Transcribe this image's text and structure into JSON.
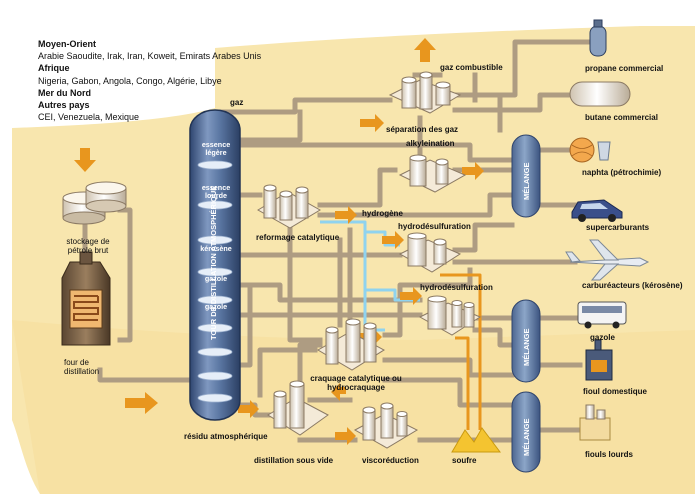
{
  "origins": [
    {
      "region": "Moyen-Orient",
      "countries": "Arabie Saoudite, Irak, Iran, Koweit, Emirats Arabes Unis"
    },
    {
      "region": "Afrique",
      "countries": "Nigeria, Gabon, Angola, Congo, Algérie, Libye"
    },
    {
      "region": "Mer du Nord",
      "countries": ""
    },
    {
      "region": "Autres pays",
      "countries": "CEI, Venezuela, Mexique"
    }
  ],
  "units": {
    "storage": "stockage de pétrole brut",
    "furnace": "four de distillation",
    "tower": "TOUR DE DISTILLATION ATMOSPHÉRIQUE",
    "gas_separation": "séparation des gaz",
    "alkylation": "alkyleination",
    "reforming": "reformage catalytique",
    "hydrogen": "hydrogène",
    "hds_1": "hydrodésulfuration",
    "hds_2": "hydrodésulfuration",
    "cracking": "craquage catalytique ou hydrocraquage",
    "vacuum": "distillation sous vide",
    "visbreaking": "viscoréduction",
    "sulfur": "soufre",
    "fuel_gas": "gaz combustible",
    "residue": "résidu atmosphérique"
  },
  "tower_cuts": [
    "gaz",
    "essence légère",
    "essence lourde",
    "kérosène",
    "gazole",
    "gazole"
  ],
  "mixing_label": "MÉLANGE",
  "products": [
    {
      "name": "propane commercial",
      "icon": "gas-bottle-icon"
    },
    {
      "name": "butane commercial",
      "icon": "tank-icon"
    },
    {
      "name": "naphta (pétrochimie)",
      "icon": "ball-icon"
    },
    {
      "name": "supercarburants",
      "icon": "car-icon"
    },
    {
      "name": "carburéacteurs (kérosène)",
      "icon": "airplane-icon"
    },
    {
      "name": "gazole",
      "icon": "bus-icon"
    },
    {
      "name": "fioul domestique",
      "icon": "stove-icon"
    },
    {
      "name": "fiouls lourds",
      "icon": "factory-icon"
    }
  ],
  "colors": {
    "background": "#f8e6ae",
    "pipe": "#ae9c82",
    "pipe_dark": "#7d6a55",
    "hydrogen_pipe": "#8fd3ef",
    "sulfur_pipe": "#e8961e",
    "arrow": "#e8961e",
    "tower": "#4f6992",
    "mixer": "#6682a6",
    "sulfur": "#f4c430"
  }
}
